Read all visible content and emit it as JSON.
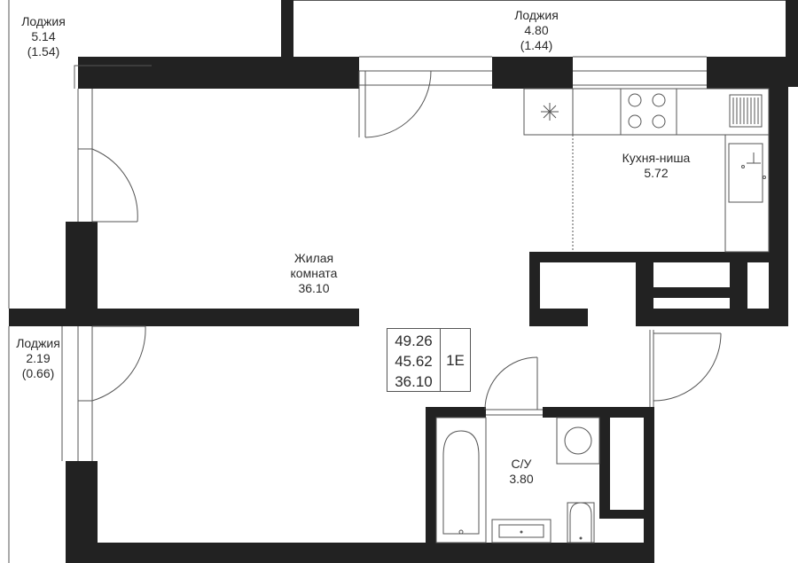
{
  "rooms": {
    "loggia_left_top": {
      "name": "Лоджия",
      "area": "5.14",
      "area_reduced": "(1.54)"
    },
    "loggia_top": {
      "name": "Лоджия",
      "area": "4.80",
      "area_reduced": "(1.44)"
    },
    "loggia_left_bottom": {
      "name": "Лоджия",
      "area": "2.19",
      "area_reduced": "(0.66)"
    },
    "kitchen": {
      "name": "Кухня-ниша",
      "area": "5.72"
    },
    "living": {
      "name_line1": "Жилая",
      "name_line2": "комната",
      "area": "36.10"
    },
    "bathroom": {
      "name": "С/У",
      "area": "3.80"
    }
  },
  "summary": {
    "total_area": "49.26",
    "area_without_loggia": "45.62",
    "living_area": "36.10",
    "apartment_code": "1E"
  },
  "colors": {
    "wall": "#222222",
    "line": "#555555",
    "background": "#ffffff"
  }
}
